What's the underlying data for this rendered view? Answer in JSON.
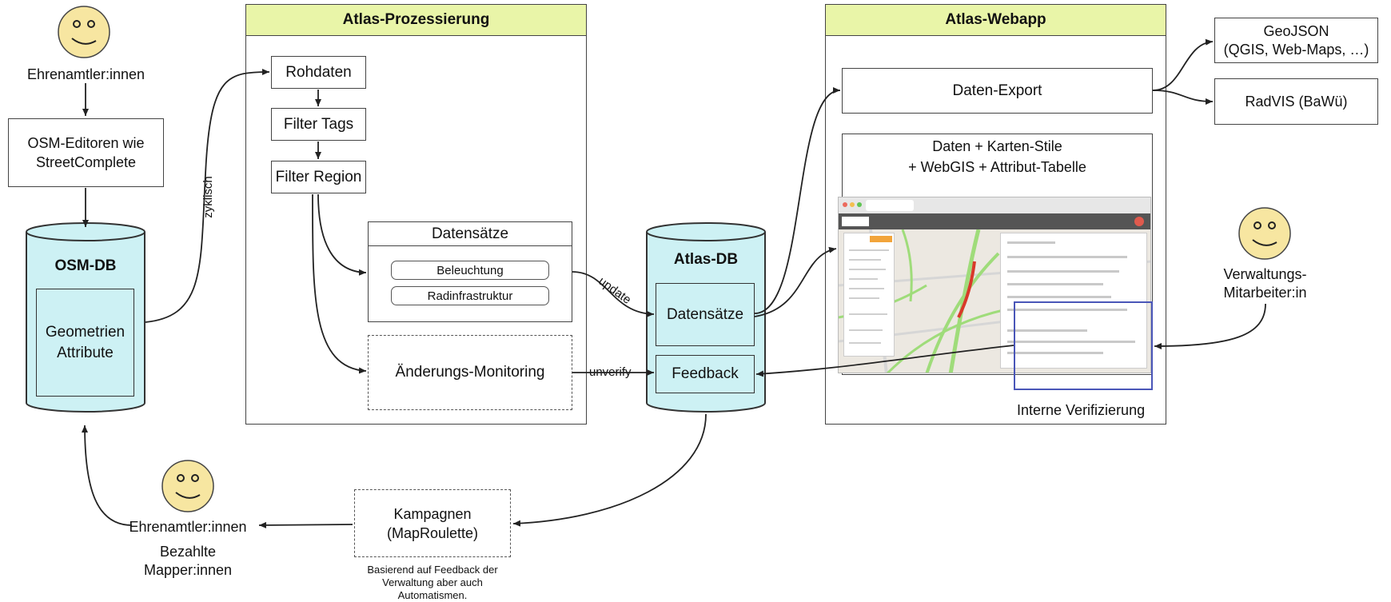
{
  "volunteers_top": "Ehrenamtler:innen",
  "osm_editors": [
    "OSM-Editoren wie",
    "StreetComplete"
  ],
  "osm_db": {
    "title": "OSM-DB",
    "inner": [
      "Geometrien",
      "Attribute"
    ]
  },
  "edge_zyklisch": "zyklisch",
  "processing": {
    "title": "Atlas-Prozessierung",
    "rohdaten": "Rohdaten",
    "filter_tags": "Filter Tags",
    "filter_region": "Filter Region",
    "datasets_title": "Datensätze",
    "dataset_items": [
      "Beleuchtung",
      "Radinfrastruktur"
    ],
    "monitoring": "Änderungs-Monitoring"
  },
  "edge_update": "update",
  "edge_unverify": "unverify",
  "atlas_db": {
    "title": "Atlas-DB",
    "datasets": "Datensätze",
    "feedback": "Feedback"
  },
  "webapp": {
    "title": "Atlas-Webapp",
    "export": "Daten-Export",
    "styles_lines": [
      "Daten + Karten-Stile",
      "+ WebGIS + Attribut-Tabelle"
    ],
    "internal_verification": "Interne Verifizierung"
  },
  "outputs": {
    "geojson": [
      "GeoJSON",
      "(QGIS, Web-Maps, …)"
    ],
    "radvis": "RadVIS (BaWü)"
  },
  "staff": [
    "Verwaltungs-",
    "Mitarbeiter:in"
  ],
  "campaigns": {
    "lines": [
      "Kampagnen",
      "(MapRoulette)"
    ],
    "note": [
      "Basierend auf Feedback der",
      "Verwaltung aber auch",
      "Automatismen."
    ]
  },
  "volunteers_bottom": "Ehrenamtler:innen",
  "paid_mappers": [
    "Bezahlte",
    "Mapper:innen"
  ],
  "colors": {
    "db_fill": "#cdf1f4",
    "panel_head": "#e9f5a8",
    "face": "#f7e6a1",
    "verify_frame": "#4a56b8"
  }
}
